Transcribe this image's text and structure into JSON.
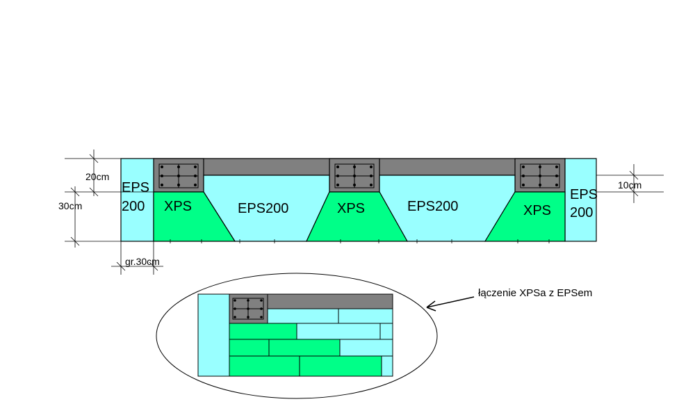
{
  "colors": {
    "eps": "#99ffff",
    "xps": "#00ff88",
    "concrete": "#808080",
    "outline": "#000000"
  },
  "labels": {
    "eps_left_line1": "EPS",
    "eps_left_line2": "200",
    "eps_right_line1": "EPS",
    "eps_right_line2": "200",
    "xps_left": "XPS",
    "xps_mid": "XPS",
    "xps_right": "XPS",
    "eps200_left": "EPS200",
    "eps200_right": "EPS200"
  },
  "dimensions": {
    "d20": "20cm",
    "d30": "30cm",
    "d10": "10cm",
    "gr30": "gr.30cm"
  },
  "annotation": {
    "text": "łączenie XPSa z EPSem"
  }
}
